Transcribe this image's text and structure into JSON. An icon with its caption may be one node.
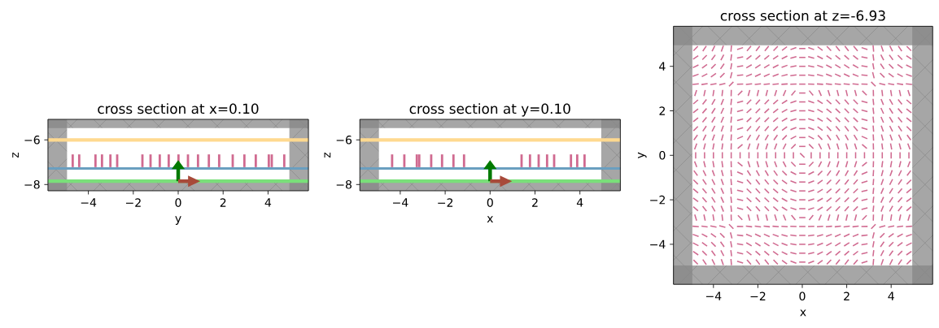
{
  "diagram": {
    "labels": [
      "cross section at x=0.10",
      "z",
      "−6",
      "−8",
      "−4",
      "−2",
      "0",
      "2",
      "4",
      "y",
      "cross section at y=0.10",
      "z",
      "−6",
      "−8",
      "−4",
      "−2",
      "0",
      "2",
      "4",
      "x",
      "cross section at z=-6.93",
      "y",
      "4",
      "2",
      "0",
      "−2",
      "−4",
      "−4",
      "−2",
      "0",
      "2",
      "4",
      "x"
    ]
  }
}
